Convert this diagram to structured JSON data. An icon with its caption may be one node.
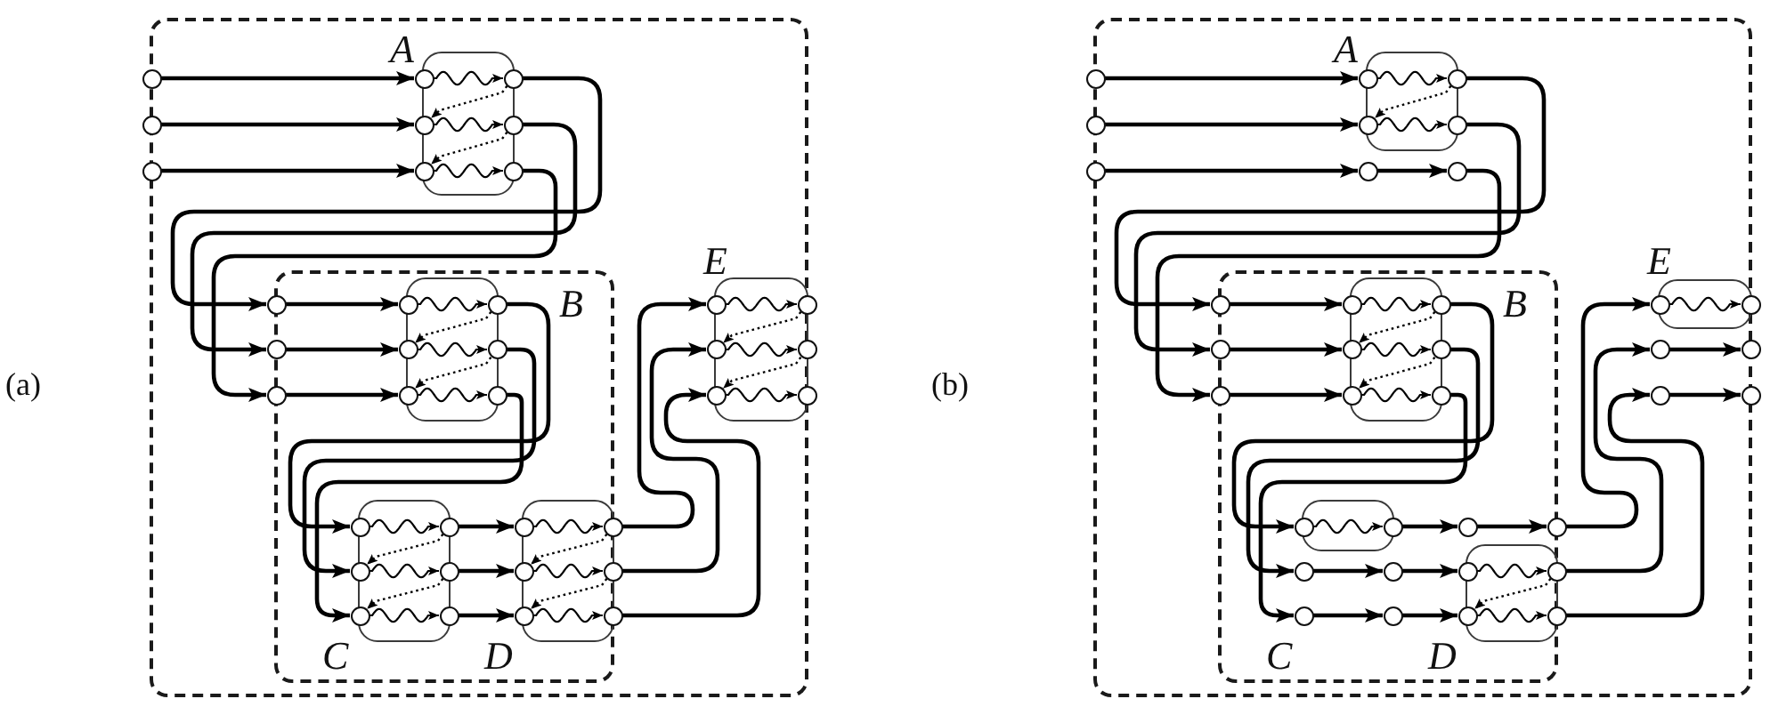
{
  "diagram": {
    "nodes": [
      {
        "text": [],
        "shape": "box"
      },
      {
        "text": [],
        "shape": "circle",
        "in": 0
      },
      {
        "text": [],
        "shape": "circle",
        "in": 0
      },
      {
        "text": [],
        "shape": "circle",
        "in": 0
      },
      {
        "text": [
          "A"
        ],
        "in": 0
      },
      {
        "text": [],
        "shape": "circle",
        "in": 4
      },
      {
        "text": [],
        "shape": "circle",
        "in": 4
      },
      {
        "text": [],
        "shape": "circle",
        "in": 4
      },
      {
        "text": [],
        "shape": "circle",
        "in": 4
      },
      {
        "text": [],
        "shape": "circle",
        "in": 4
      },
      {
        "text": [],
        "shape": "circle",
        "in": 4
      },
      {
        "text": [],
        "shape": "box",
        "in": 0
      },
      {
        "text": [],
        "shape": "circle",
        "in": 11
      },
      {
        "text": [],
        "shape": "circle",
        "in": 11
      },
      {
        "text": [],
        "shape": "circle",
        "in": 11
      },
      {
        "text": [
          "B"
        ],
        "in": 11
      },
      {
        "text": [],
        "shape": "circle",
        "in": 15
      },
      {
        "text": [],
        "shape": "circle",
        "in": 15
      },
      {
        "text": [],
        "shape": "circle",
        "in": 15
      },
      {
        "text": [],
        "shape": "circle",
        "in": 15
      },
      {
        "text": [],
        "shape": "circle",
        "in": 15
      },
      {
        "text": [],
        "shape": "circle",
        "in": 15
      },
      {
        "text": [
          "C"
        ],
        "in": 11
      },
      {
        "text": [],
        "shape": "circle",
        "in": 22
      },
      {
        "text": [],
        "shape": "circle",
        "in": 22
      },
      {
        "text": [],
        "shape": "circle",
        "in": 22
      },
      {
        "text": [],
        "shape": "circle",
        "in": 22
      },
      {
        "text": [],
        "shape": "circle",
        "in": 22
      },
      {
        "text": [],
        "shape": "circle",
        "in": 22
      },
      {
        "text": [
          "D"
        ],
        "in": 11
      },
      {
        "text": [],
        "shape": "circle",
        "in": 29
      },
      {
        "text": [],
        "shape": "circle",
        "in": 29
      },
      {
        "text": [],
        "shape": "circle",
        "in": 29
      },
      {
        "text": [],
        "shape": "circle",
        "in": 29
      },
      {
        "text": [],
        "shape": "circle",
        "in": 29
      },
      {
        "text": [],
        "shape": "circle",
        "in": 29
      },
      {
        "text": [
          "E"
        ],
        "in": 0
      },
      {
        "text": [],
        "shape": "circle",
        "in": 36
      },
      {
        "text": [],
        "shape": "circle",
        "in": 36
      },
      {
        "text": [],
        "shape": "circle",
        "in": 36
      },
      {
        "text": [],
        "shape": "circle",
        "in": 36
      },
      {
        "text": [],
        "shape": "circle",
        "in": 36
      },
      {
        "text": [],
        "shape": "circle",
        "in": 36
      },
      {
        "text": [],
        "shape": "box"
      },
      {
        "text": [],
        "shape": "circle",
        "in": 43
      },
      {
        "text": [],
        "shape": "circle",
        "in": 43
      },
      {
        "text": [],
        "shape": "circle",
        "in": 43
      },
      {
        "text": [
          "A"
        ],
        "in": 43
      },
      {
        "text": [],
        "shape": "circle",
        "in": 47
      },
      {
        "text": [],
        "shape": "circle",
        "in": 47
      },
      {
        "text": [],
        "shape": "circle",
        "in": 47
      },
      {
        "text": [],
        "shape": "circle",
        "in": 47
      },
      {
        "text": [],
        "shape": "circle",
        "in": 43
      },
      {
        "text": [],
        "shape": "circle",
        "in": 43
      },
      {
        "text": [],
        "shape": "box",
        "in": 43
      },
      {
        "text": [],
        "shape": "circle",
        "in": 54
      },
      {
        "text": [],
        "shape": "circle",
        "in": 54
      },
      {
        "text": [],
        "shape": "circle",
        "in": 54
      },
      {
        "text": [
          "B"
        ],
        "in": 54
      },
      {
        "text": [],
        "shape": "circle",
        "in": 58
      },
      {
        "text": [],
        "shape": "circle",
        "in": 58
      },
      {
        "text": [],
        "shape": "circle",
        "in": 58
      },
      {
        "text": [],
        "shape": "circle",
        "in": 58
      },
      {
        "text": [],
        "shape": "circle",
        "in": 58
      },
      {
        "text": [],
        "shape": "circle",
        "in": 58
      },
      {
        "text": [
          "C"
        ],
        "in": 54
      },
      {
        "text": [],
        "shape": "circle",
        "in": 65
      },
      {
        "text": [],
        "shape": "circle",
        "in": 65
      },
      {
        "text": [],
        "shape": "circle",
        "in": 54
      },
      {
        "text": [],
        "shape": "circle",
        "in": 54
      },
      {
        "text": [],
        "shape": "circle",
        "in": 54
      },
      {
        "text": [],
        "shape": "circle",
        "in": 54
      },
      {
        "text": [
          "D"
        ],
        "in": 54
      },
      {
        "text": [],
        "shape": "circle",
        "in": 54
      },
      {
        "text": [],
        "shape": "circle",
        "in": 54
      },
      {
        "text": [],
        "shape": "circle",
        "in": 72
      },
      {
        "text": [],
        "shape": "circle",
        "in": 72
      },
      {
        "text": [],
        "shape": "circle",
        "in": 72
      },
      {
        "text": [],
        "shape": "circle",
        "in": 72
      },
      {
        "text": [
          "E"
        ],
        "in": 43
      },
      {
        "text": [],
        "shape": "circle",
        "in": 79
      },
      {
        "text": [],
        "shape": "circle",
        "in": 79
      },
      {
        "text": [],
        "shape": "circle",
        "in": 43
      },
      {
        "text": [],
        "shape": "circle",
        "in": 43
      },
      {
        "text": [],
        "shape": "circle",
        "in": 43
      },
      {
        "text": [],
        "shape": "circle",
        "in": 43
      }
    ],
    "edges": [
      {
        "from": 1,
        "to": 5,
        "arrow": "to"
      },
      {
        "from": 2,
        "to": 7,
        "arrow": "to"
      },
      {
        "from": 3,
        "to": 9,
        "arrow": "to"
      },
      {
        "from": 5,
        "to": 6,
        "arrow": "to"
      },
      {
        "from": 7,
        "to": 8,
        "arrow": "to"
      },
      {
        "from": 9,
        "to": 10,
        "arrow": "to"
      },
      {
        "from": 6,
        "to": 7,
        "arrow": "to",
        "style": "dashed"
      },
      {
        "from": 8,
        "to": 9,
        "arrow": "to",
        "style": "dashed"
      },
      {
        "from": 6,
        "to": 12,
        "arrow": "to"
      },
      {
        "from": 8,
        "to": 13,
        "arrow": "to"
      },
      {
        "from": 10,
        "to": 14,
        "arrow": "to"
      },
      {
        "from": 12,
        "to": 16,
        "arrow": "to"
      },
      {
        "from": 13,
        "to": 18,
        "arrow": "to"
      },
      {
        "from": 14,
        "to": 20,
        "arrow": "to"
      },
      {
        "from": 16,
        "to": 17,
        "arrow": "to"
      },
      {
        "from": 18,
        "to": 19,
        "arrow": "to"
      },
      {
        "from": 20,
        "to": 21,
        "arrow": "to"
      },
      {
        "from": 17,
        "to": 18,
        "arrow": "to",
        "style": "dashed"
      },
      {
        "from": 19,
        "to": 20,
        "arrow": "to",
        "style": "dashed"
      },
      {
        "from": 17,
        "to": 23,
        "arrow": "to"
      },
      {
        "from": 19,
        "to": 25,
        "arrow": "to"
      },
      {
        "from": 21,
        "to": 27,
        "arrow": "to"
      },
      {
        "from": 23,
        "to": 24,
        "arrow": "to"
      },
      {
        "from": 25,
        "to": 26,
        "arrow": "to"
      },
      {
        "from": 27,
        "to": 28,
        "arrow": "to"
      },
      {
        "from": 24,
        "to": 25,
        "arrow": "to",
        "style": "dashed"
      },
      {
        "from": 26,
        "to": 27,
        "arrow": "to",
        "style": "dashed"
      },
      {
        "from": 24,
        "to": 30,
        "arrow": "to"
      },
      {
        "from": 26,
        "to": 32,
        "arrow": "to"
      },
      {
        "from": 28,
        "to": 34,
        "arrow": "to"
      },
      {
        "from": 30,
        "to": 31,
        "arrow": "to"
      },
      {
        "from": 32,
        "to": 33,
        "arrow": "to"
      },
      {
        "from": 34,
        "to": 35,
        "arrow": "to"
      },
      {
        "from": 31,
        "to": 32,
        "arrow": "to",
        "style": "dashed"
      },
      {
        "from": 33,
        "to": 34,
        "arrow": "to",
        "style": "dashed"
      },
      {
        "from": 31,
        "to": 37,
        "arrow": "to"
      },
      {
        "from": 33,
        "to": 39,
        "arrow": "to"
      },
      {
        "from": 35,
        "to": 41,
        "arrow": "to"
      },
      {
        "from": 37,
        "to": 38,
        "arrow": "to"
      },
      {
        "from": 39,
        "to": 40,
        "arrow": "to"
      },
      {
        "from": 41,
        "to": 42,
        "arrow": "to"
      },
      {
        "from": 38,
        "to": 39,
        "arrow": "to",
        "style": "dashed"
      },
      {
        "from": 40,
        "to": 41,
        "arrow": "to",
        "style": "dashed"
      },
      {
        "from": 44,
        "to": 48,
        "arrow": "to"
      },
      {
        "from": 45,
        "to": 50,
        "arrow": "to"
      },
      {
        "from": 46,
        "to": 52,
        "arrow": "to"
      },
      {
        "from": 48,
        "to": 49,
        "arrow": "to"
      },
      {
        "from": 50,
        "to": 51,
        "arrow": "to"
      },
      {
        "from": 49,
        "to": 50,
        "arrow": "to",
        "style": "dashed"
      },
      {
        "from": 52,
        "to": 53,
        "arrow": "to"
      },
      {
        "from": 49,
        "to": 55,
        "arrow": "to"
      },
      {
        "from": 51,
        "to": 56,
        "arrow": "to"
      },
      {
        "from": 53,
        "to": 57,
        "arrow": "to"
      },
      {
        "from": 55,
        "to": 59,
        "arrow": "to"
      },
      {
        "from": 56,
        "to": 61,
        "arrow": "to"
      },
      {
        "from": 57,
        "to": 63,
        "arrow": "to"
      },
      {
        "from": 59,
        "to": 60,
        "arrow": "to"
      },
      {
        "from": 61,
        "to": 62,
        "arrow": "to"
      },
      {
        "from": 63,
        "to": 64,
        "arrow": "to"
      },
      {
        "from": 60,
        "to": 61,
        "arrow": "to",
        "style": "dashed"
      },
      {
        "from": 62,
        "to": 63,
        "arrow": "to",
        "style": "dashed"
      },
      {
        "from": 60,
        "to": 66,
        "arrow": "to"
      },
      {
        "from": 62,
        "to": 68,
        "arrow": "to"
      },
      {
        "from": 64,
        "to": 70,
        "arrow": "to"
      },
      {
        "from": 66,
        "to": 67,
        "arrow": "to"
      },
      {
        "from": 68,
        "to": 69,
        "arrow": "to"
      },
      {
        "from": 70,
        "to": 71,
        "arrow": "to"
      },
      {
        "from": 67,
        "to": 73,
        "arrow": "to"
      },
      {
        "from": 69,
        "to": 75,
        "arrow": "to"
      },
      {
        "from": 71,
        "to": 77,
        "arrow": "to"
      },
      {
        "from": 73,
        "to": 74,
        "arrow": "to"
      },
      {
        "from": 75,
        "to": 76,
        "arrow": "to"
      },
      {
        "from": 77,
        "to": 78,
        "arrow": "to"
      },
      {
        "from": 76,
        "to": 77,
        "arrow": "to",
        "style": "dashed"
      },
      {
        "from": 74,
        "to": 80,
        "arrow": "to"
      },
      {
        "from": 76,
        "to": 82,
        "arrow": "to"
      },
      {
        "from": 78,
        "to": 84,
        "arrow": "to"
      },
      {
        "from": 80,
        "to": 81,
        "arrow": "to"
      },
      {
        "from": 82,
        "to": 83,
        "arrow": "to"
      },
      {
        "from": 84,
        "to": 85,
        "arrow": "to"
      }
    ],
    "labels": [
      "(a)",
      "(b)"
    ]
  }
}
